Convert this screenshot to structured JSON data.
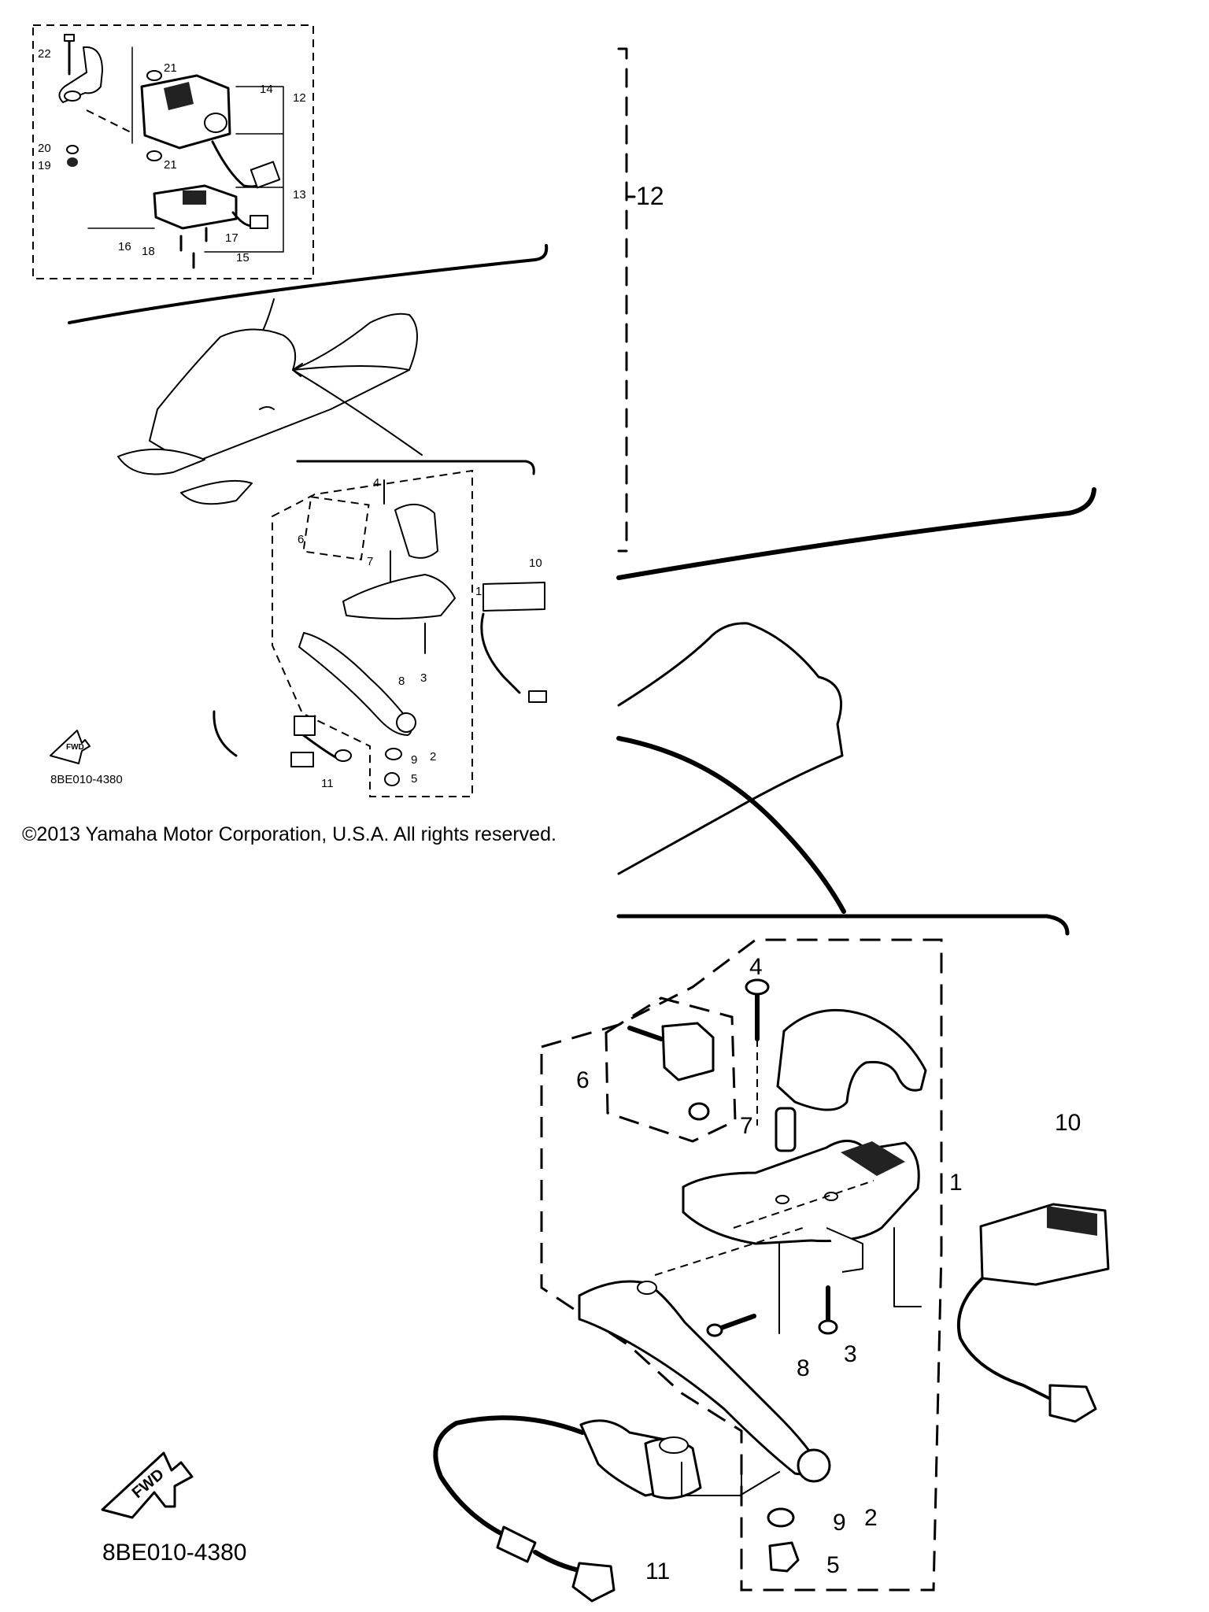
{
  "copyright": "©2013 Yamaha Motor Corporation, U.S.A. All rights reserved.",
  "diagram_code": "8BE010-4380",
  "fwd_label": "FWD",
  "small_labels": {
    "n1": "1",
    "n2": "2",
    "n3": "3",
    "n4": "4",
    "n5": "5",
    "n6": "6",
    "n7": "7",
    "n8": "8",
    "n9": "9",
    "n10": "10",
    "n11": "11",
    "n12": "12",
    "n13": "13",
    "n14": "14",
    "n15": "15",
    "n16": "16",
    "n17": "17",
    "n18": "18",
    "n19": "19",
    "n20": "20",
    "n21a": "21",
    "n21b": "21",
    "n22": "22"
  },
  "large_labels": {
    "n1": "1",
    "n2": "2",
    "n3": "3",
    "n4": "4",
    "n5": "5",
    "n6": "6",
    "n7": "7",
    "n8": "8",
    "n9": "9",
    "n10": "10",
    "n11": "11",
    "n12": "12"
  }
}
